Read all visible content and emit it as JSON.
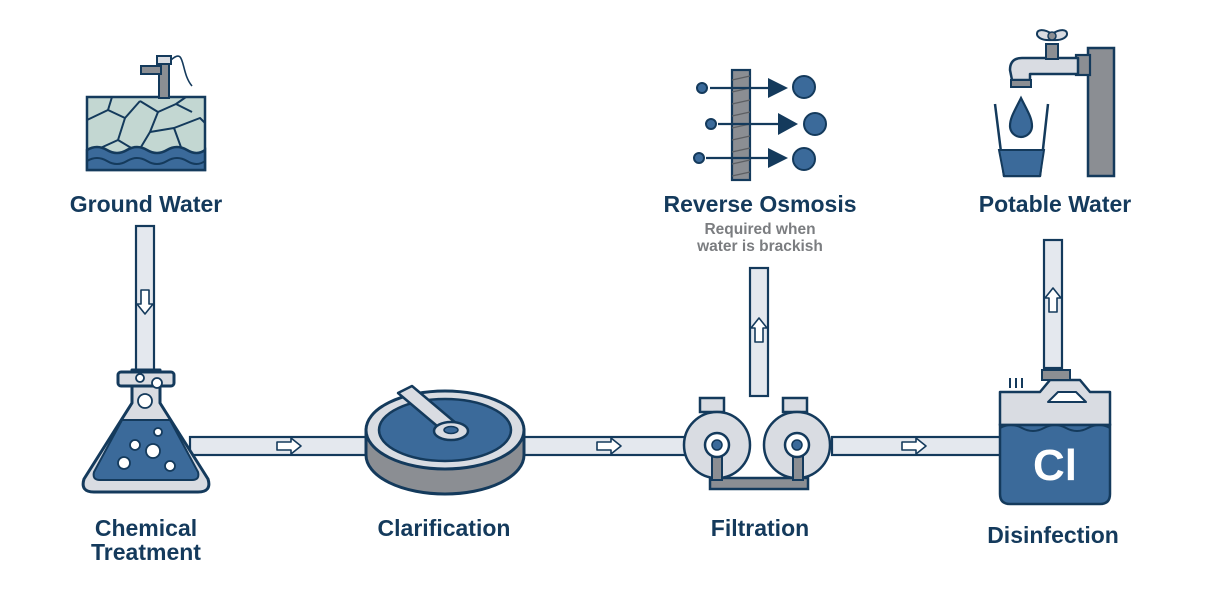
{
  "stages": {
    "ground_water": "Ground Water",
    "chemical_treatment_line1": "Chemical",
    "chemical_treatment_line2": "Treatment",
    "clarification": "Clarification",
    "filtration": "Filtration",
    "reverse_osmosis": "Reverse Osmosis",
    "reverse_osmosis_note_line1": "Required when",
    "reverse_osmosis_note_line2": "water is brackish",
    "potable_water": "Potable Water",
    "disinfection": "Disinfection"
  },
  "chlorine_symbol": "Cl",
  "icons": {
    "ground_water": "ground-water-icon",
    "chemical_treatment": "flask-icon",
    "clarification": "clarifier-icon",
    "filtration": "filter-pumps-icon",
    "reverse_osmosis": "membrane-icon",
    "potable_water": "faucet-glass-icon",
    "disinfection": "chlorine-tank-icon"
  },
  "colors": {
    "navy": "#143a5c",
    "blue": "#3b6a9a",
    "light_gray": "#d9dce2",
    "gray": "#8b8e93",
    "pale_teal": "#c3d7d2",
    "note_gray": "#7b7d80"
  }
}
